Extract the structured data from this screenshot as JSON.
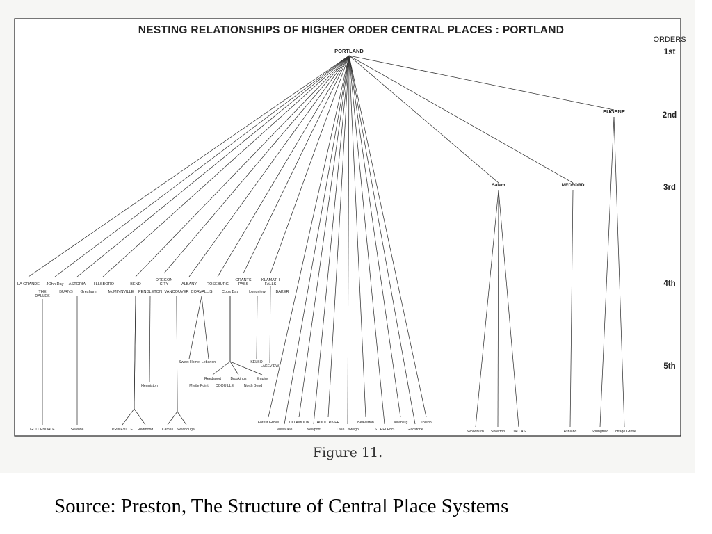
{
  "title": "NESTING RELATIONSHIPS OF HIGHER ORDER CENTRAL PLACES : PORTLAND",
  "orders_header": "ORDERS",
  "orders": [
    "1st",
    "2nd",
    "3rd",
    "4th",
    "5th"
  ],
  "caption": "Figure 11.",
  "source": "Source: Preston, The Structure of Central Place Systems",
  "nodes": [
    {
      "id": "portland",
      "label": "PORTLAND",
      "order": 1
    },
    {
      "id": "eugene",
      "label": "EUGENE",
      "order": 2
    },
    {
      "id": "salem",
      "label": "Salem",
      "order": 3
    },
    {
      "id": "medford",
      "label": "MEDFORD",
      "order": 3
    },
    {
      "id": "la-grande",
      "label": "LA GRANDE",
      "order": 4
    },
    {
      "id": "the-dalles",
      "label": "THE DALLES",
      "order": 4
    },
    {
      "id": "john-day",
      "label": "JOhn Day",
      "order": 4
    },
    {
      "id": "burns",
      "label": "BURNS",
      "order": 4
    },
    {
      "id": "astoria",
      "label": "ASTORIA",
      "order": 4
    },
    {
      "id": "gresham",
      "label": "Gresham",
      "order": 4
    },
    {
      "id": "hillsboro",
      "label": "HILLSBORO",
      "order": 4
    },
    {
      "id": "mcminnville",
      "label": "McMINNVILLE",
      "order": 4
    },
    {
      "id": "bend",
      "label": "BEND",
      "order": 4
    },
    {
      "id": "pendleton",
      "label": "PENDLETON",
      "order": 4
    },
    {
      "id": "oregon-city",
      "label": "OREGON CITY",
      "order": 4
    },
    {
      "id": "vancouver",
      "label": "VANCOUVER",
      "order": 4
    },
    {
      "id": "albany",
      "label": "ALBANY",
      "order": 4
    },
    {
      "id": "corvallis",
      "label": "CORVALLIS",
      "order": 4
    },
    {
      "id": "roseburg",
      "label": "ROSEBURG",
      "order": 4
    },
    {
      "id": "coos-bay",
      "label": "Coos Bay",
      "order": 4
    },
    {
      "id": "grants-pass",
      "label": "GRANTS PASS",
      "order": 4
    },
    {
      "id": "longview",
      "label": "Longview",
      "order": 4
    },
    {
      "id": "klamath-falls",
      "label": "KLAMATH FALLS",
      "order": 4
    },
    {
      "id": "baker",
      "label": "BAKER",
      "order": 4
    },
    {
      "id": "sweet-home",
      "label": "Sweet Home",
      "order": 5
    },
    {
      "id": "lebanon",
      "label": "Lebanon",
      "order": 5
    },
    {
      "id": "kelso",
      "label": "KELSO",
      "order": 5
    },
    {
      "id": "lakeview",
      "label": "LAKEVIEW",
      "order": 5
    },
    {
      "id": "reedsport",
      "label": "Reedsport",
      "order": 5
    },
    {
      "id": "brookings",
      "label": "Brookings",
      "order": 5
    },
    {
      "id": "empire",
      "label": "Empire",
      "order": 5
    },
    {
      "id": "myrtle-point",
      "label": "Myrtle Point",
      "order": 5
    },
    {
      "id": "coquille",
      "label": "COQUILLE",
      "order": 5
    },
    {
      "id": "north-bend",
      "label": "North Bend",
      "order": 5
    },
    {
      "id": "hermiston",
      "label": "Hermiston",
      "order": 5
    },
    {
      "id": "goldendale",
      "label": "GOLDENDALE",
      "order": 6
    },
    {
      "id": "seaside",
      "label": "Seaside",
      "order": 6
    },
    {
      "id": "prineville",
      "label": "PRINEVILLE",
      "order": 6
    },
    {
      "id": "redmond",
      "label": "Redmond",
      "order": 6
    },
    {
      "id": "camas",
      "label": "Camas",
      "order": 6
    },
    {
      "id": "washougal",
      "label": "Washougal",
      "order": 6
    },
    {
      "id": "forest-grove",
      "label": "Forest Grove",
      "order": 6
    },
    {
      "id": "milwaukie",
      "label": "Milwaukie",
      "order": 6
    },
    {
      "id": "tillamook",
      "label": "TILLAMOOK",
      "order": 6
    },
    {
      "id": "newport",
      "label": "Newport",
      "order": 6
    },
    {
      "id": "hood-river",
      "label": "HOOD RIVER",
      "order": 6
    },
    {
      "id": "lake-oswego",
      "label": "Lake Oswego",
      "order": 6
    },
    {
      "id": "beaverton",
      "label": "Beaverton",
      "order": 6
    },
    {
      "id": "st-helens",
      "label": "ST HELENS",
      "order": 6
    },
    {
      "id": "newberg",
      "label": "Newberg",
      "order": 6
    },
    {
      "id": "gladstone",
      "label": "Gladstone",
      "order": 6
    },
    {
      "id": "toledo",
      "label": "Toledo",
      "order": 6
    },
    {
      "id": "woodburn",
      "label": "Woodburn",
      "order": 6
    },
    {
      "id": "silverton",
      "label": "Silverton",
      "order": 6
    },
    {
      "id": "dallas",
      "label": "DALLAS",
      "order": 6
    },
    {
      "id": "ashland",
      "label": "Ashland",
      "order": 6
    },
    {
      "id": "springfield",
      "label": "Springfield",
      "order": 6
    },
    {
      "id": "cottage-grove",
      "label": "Cottage Grove",
      "order": 6
    }
  ],
  "edges": [
    [
      "portland",
      "eugene"
    ],
    [
      "portland",
      "salem"
    ],
    [
      "portland",
      "medford"
    ],
    [
      "portland",
      "la-grande"
    ],
    [
      "portland",
      "john-day"
    ],
    [
      "portland",
      "astoria"
    ],
    [
      "portland",
      "hillsboro"
    ],
    [
      "portland",
      "bend"
    ],
    [
      "portland",
      "oregon-city"
    ],
    [
      "portland",
      "albany"
    ],
    [
      "portland",
      "roseburg"
    ],
    [
      "portland",
      "grants-pass"
    ],
    [
      "portland",
      "klamath-falls"
    ],
    [
      "portland",
      "forest-grove"
    ],
    [
      "portland",
      "milwaukie"
    ],
    [
      "portland",
      "tillamook"
    ],
    [
      "portland",
      "newport"
    ],
    [
      "portland",
      "hood-river"
    ],
    [
      "portland",
      "lake-oswego"
    ],
    [
      "portland",
      "beaverton"
    ],
    [
      "portland",
      "st-helens"
    ],
    [
      "portland",
      "newberg"
    ],
    [
      "portland",
      "gladstone"
    ],
    [
      "portland",
      "toledo"
    ],
    [
      "la-grande",
      "goldendale"
    ],
    [
      "astoria",
      "seaside"
    ],
    [
      "bend",
      "prineville"
    ],
    [
      "bend",
      "redmond"
    ],
    [
      "pendleton",
      "hermiston"
    ],
    [
      "vancouver",
      "camas"
    ],
    [
      "vancouver",
      "washougal"
    ],
    [
      "corvallis",
      "sweet-home"
    ],
    [
      "corvallis",
      "lebanon"
    ],
    [
      "coos-bay",
      "reedsport"
    ],
    [
      "coos-bay",
      "brookings"
    ],
    [
      "coos-bay",
      "empire"
    ],
    [
      "longview",
      "kelso"
    ],
    [
      "klamath-falls",
      "lakeview"
    ],
    [
      "salem",
      "woodburn"
    ],
    [
      "salem",
      "silverton"
    ],
    [
      "salem",
      "dallas"
    ],
    [
      "medford",
      "ashland"
    ],
    [
      "eugene",
      "springfield"
    ],
    [
      "eugene",
      "cottage-grove"
    ]
  ]
}
